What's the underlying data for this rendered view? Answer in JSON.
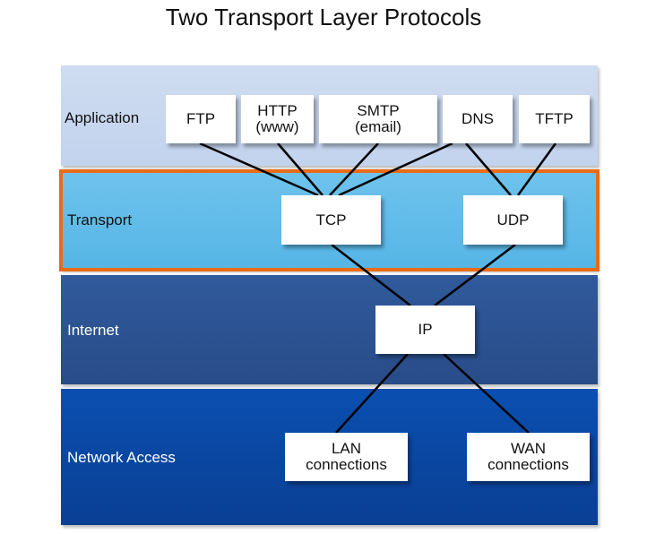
{
  "title": "Two Transport Layer Protocols",
  "layers": {
    "application": "Application",
    "transport": "Transport",
    "internet": "Internet",
    "network_access": "Network Access"
  },
  "protocols": {
    "ftp": "FTP",
    "http": "HTTP\n(www)",
    "smtp": "SMTP\n(email)",
    "dns": "DNS",
    "tftp": "TFTP",
    "tcp": "TCP",
    "udp": "UDP",
    "ip": "IP",
    "lan": "LAN\nconnections",
    "wan": "WAN\nconnections"
  },
  "colors": {
    "highlight": "#ea6b16",
    "application": "#c8d8ef",
    "transport": "#5fbbe8",
    "internet": "#2c5492",
    "network_access": "#0a48a4"
  }
}
